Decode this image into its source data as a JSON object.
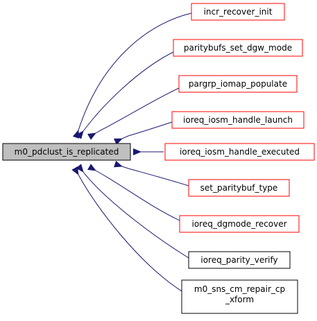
{
  "graph": {
    "root": {
      "label": "m0_pdclust_is_replicated",
      "fill": "#bfbfbf",
      "stroke": "#000000"
    },
    "callers": [
      {
        "lines": [
          "incr_recover_init"
        ],
        "stroke": "#ff0000"
      },
      {
        "lines": [
          "paritybufs_set_dgw_mode"
        ],
        "stroke": "#ff0000"
      },
      {
        "lines": [
          "pargrp_iomap_populate"
        ],
        "stroke": "#ff0000"
      },
      {
        "lines": [
          "ioreq_iosm_handle_launch"
        ],
        "stroke": "#ff0000"
      },
      {
        "lines": [
          "ioreq_iosm_handle_executed"
        ],
        "stroke": "#ff0000"
      },
      {
        "lines": [
          "set_paritybuf_type"
        ],
        "stroke": "#ff0000"
      },
      {
        "lines": [
          "ioreq_dgmode_recover"
        ],
        "stroke": "#ff0000"
      },
      {
        "lines": [
          "ioreq_parity_verify"
        ],
        "stroke": "#000000"
      },
      {
        "lines": [
          "m0_sns_cm_repair_cp",
          "_xform"
        ],
        "stroke": "#000000"
      }
    ],
    "edge_color": "#191970"
  }
}
